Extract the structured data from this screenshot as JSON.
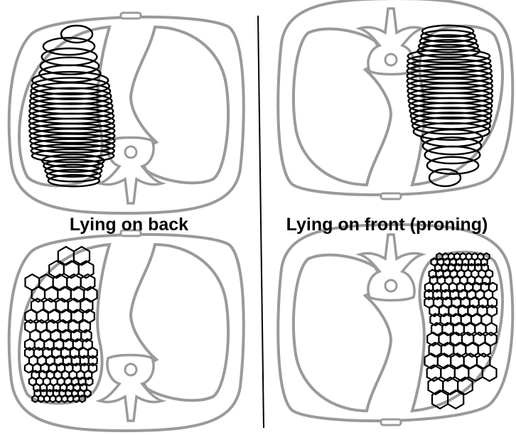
{
  "labels": {
    "back": "Lying on back",
    "front": "Lying on front (proning)"
  },
  "panels": [
    {
      "position": "back",
      "lung_fill": "spirals"
    },
    {
      "position": "front",
      "lung_fill": "spirals"
    },
    {
      "position": "back",
      "lung_fill": "hexagons"
    },
    {
      "position": "front",
      "lung_fill": "hexagons"
    }
  ],
  "colors": {
    "outline": "#9a9a9a",
    "fill_stroke": "#000000",
    "divider": "#000000",
    "background": "#ffffff"
  }
}
